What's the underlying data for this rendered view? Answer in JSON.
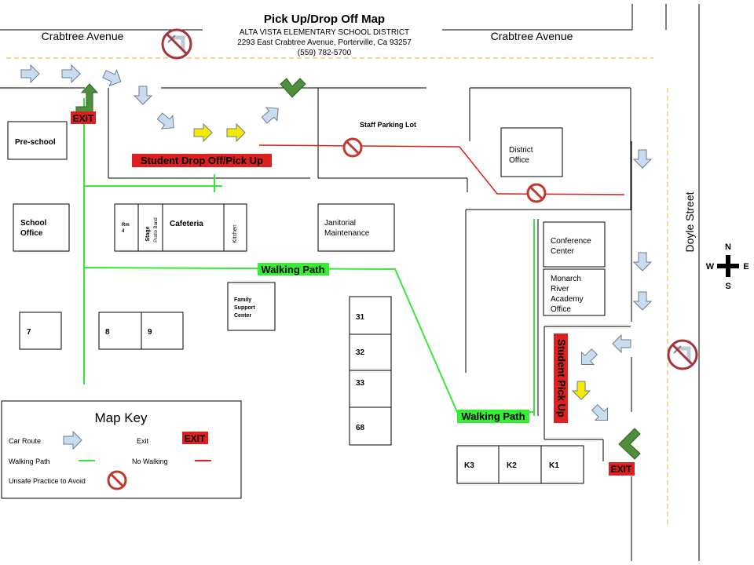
{
  "header": {
    "title": "Pick Up/Drop Off Map",
    "district": "ALTA VISTA ELEMENTARY SCHOOL DISTRICT",
    "address": "2293 East Crabtree Avenue, Porterville, Ca 93257",
    "phone": "(559) 782-5700"
  },
  "streets": {
    "crabtree_left": "Crabtree Avenue",
    "crabtree_right": "Crabtree Avenue",
    "doyle": "Doyle Street"
  },
  "compass": {
    "n": "N",
    "s": "S",
    "e": "E",
    "w": "W"
  },
  "buildings": {
    "preschool": "Pre-school",
    "school_office_1": "School",
    "school_office_2": "Office",
    "rm4_1": "Rm",
    "rm4_2": "4",
    "stage": "Stage",
    "stage_sub": "Pratio Band",
    "cafeteria": "Cafeteria",
    "kitchen": "Kitchen",
    "janitorial_1": "Janitorial",
    "janitorial_2": "Maintenance",
    "family_1": "Family",
    "family_2": "Support",
    "family_3": "Center",
    "district_1": "District",
    "district_2": "Office",
    "conference_1": "Conference",
    "conference_2": "Center",
    "monarch_1": "Monarch",
    "monarch_2": "River",
    "monarch_3": "Academy",
    "monarch_4": "Office",
    "staff_parking": "Staff Parking Lot",
    "room_7": "7",
    "room_8": "8",
    "room_9": "9",
    "room_31": "31",
    "room_32": "32",
    "room_33": "33",
    "room_68": "68",
    "room_k3": "K3",
    "room_k2": "K2",
    "room_k1": "K1"
  },
  "labels": {
    "drop_off": "Student Drop Off/Pick Up",
    "pick_up": "Student Pick Up",
    "walking_path_1": "Walking Path",
    "walking_path_2": "Walking Path",
    "exit_1": "EXIT",
    "exit_2": "EXIT"
  },
  "legend": {
    "title": "Map Key",
    "car_route": "Car Route",
    "exit": "Exit",
    "exit_badge": "EXIT",
    "walking_path": "Walking Path",
    "no_walking": "No Walking",
    "unsafe": "Unsafe Practice to Avoid"
  },
  "colors": {
    "car_arrow": "#c9dcf0",
    "green_arrow": "#4f8f3c",
    "yellow_arrow": "#f5ea00",
    "walk_line": "#39e639",
    "no_walk_line": "#dd1f1f",
    "label_red": "#dd2020",
    "label_green": "#33ee33",
    "street_dash": "#f5c57a"
  }
}
